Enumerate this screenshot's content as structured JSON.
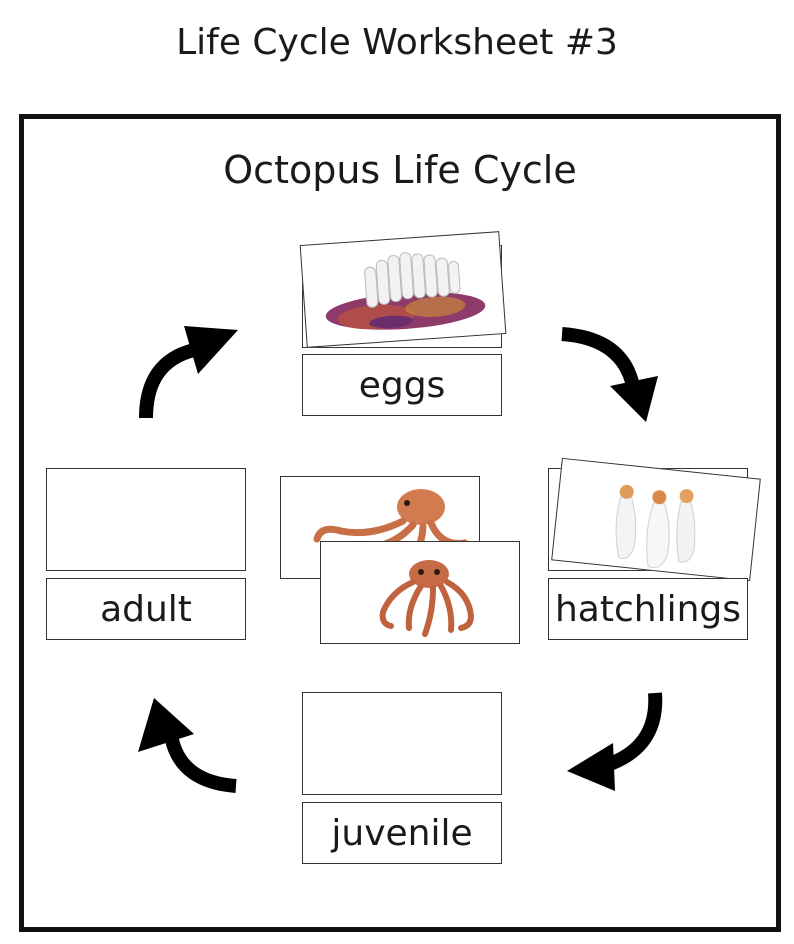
{
  "worksheet": {
    "title": "Life Cycle Worksheet #3",
    "cycle_title": "Octopus Life Cycle"
  },
  "stages": {
    "eggs": {
      "label": "eggs",
      "image": "octopus-eggs-figure"
    },
    "hatchlings": {
      "label": "hatchlings",
      "image": "octopus-hatchlings-figure"
    },
    "juvenile": {
      "label": "juvenile"
    },
    "adult": {
      "label": "adult"
    }
  },
  "center_cards": [
    {
      "image": "octopus-figure"
    },
    {
      "image": "octopus-figure"
    }
  ],
  "colors": {
    "frame": "#111111",
    "arrow": "#000000",
    "egg_mass": "#8e3a6a",
    "egg_white": "#f2f2f2",
    "octopus": "#d27b50"
  }
}
